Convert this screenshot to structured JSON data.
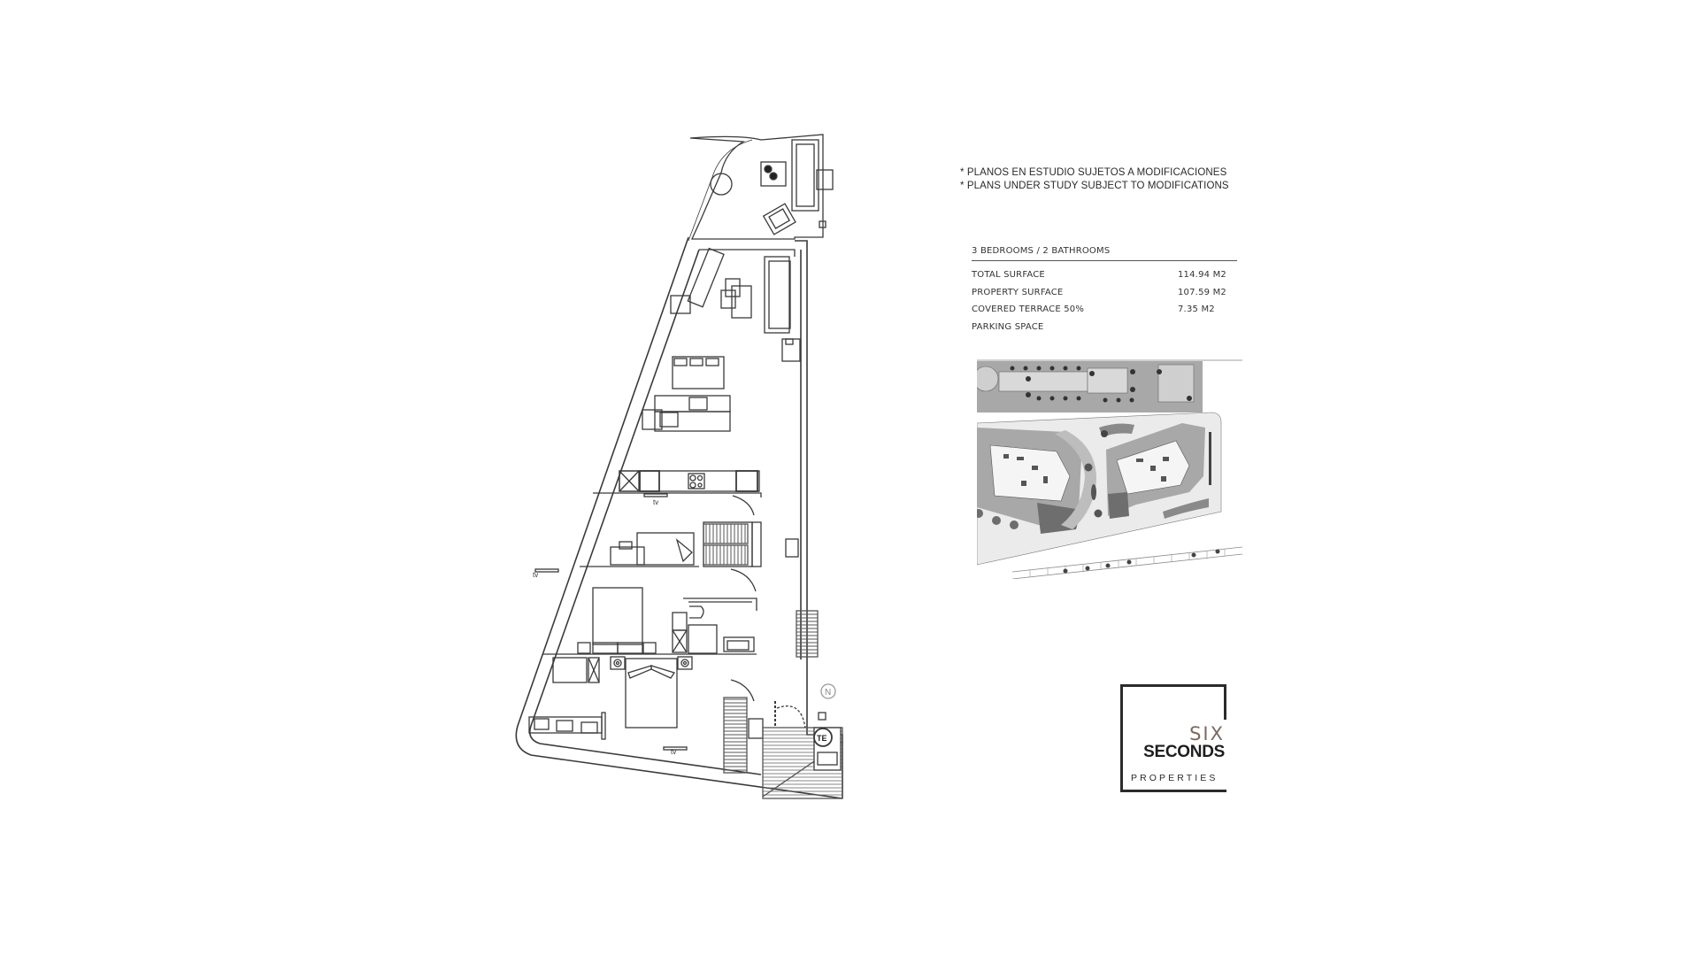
{
  "notes": {
    "line1": "* PLANOS EN ESTUDIO SUJETOS A MODIFICACIONES",
    "line2": "* PLANS UNDER STUDY SUBJECT TO MODIFICATIONS"
  },
  "specs": {
    "heading": "3 BEDROOMS / 2 BATHROOMS",
    "rows": [
      {
        "label": "TOTAL SURFACE",
        "value": "114.94 M2"
      },
      {
        "label": "PROPERTY SURFACE",
        "value": "107.59 M2"
      },
      {
        "label": "COVERED TERRACE  50%",
        "value": "7.35 M2"
      },
      {
        "label": "PARKING SPACE",
        "value": ""
      }
    ]
  },
  "floorplan": {
    "labels": {
      "tv": "tv",
      "north": "N",
      "electric_panel": "TE"
    },
    "line_color": "#3a3a3a",
    "hatch_color": "#555555"
  },
  "siteplan": {
    "colors": {
      "light": "#d9d9d9",
      "mid": "#a8a8a8",
      "dark": "#6e6e6e",
      "path": "#ebebeb"
    }
  },
  "logo": {
    "six": "SIX",
    "seconds": "SECONDS",
    "properties": "PROPERTIES",
    "accent_color": "#7a6a60"
  }
}
